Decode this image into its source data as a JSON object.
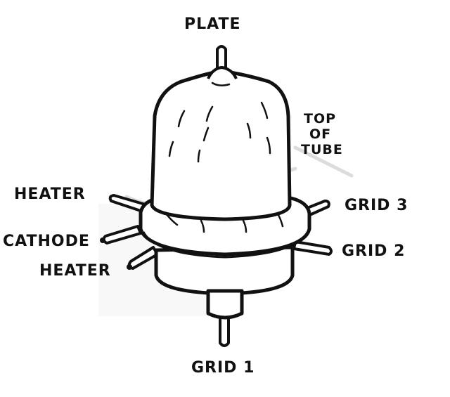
{
  "labels": {
    "plate": "PLATE",
    "top_of_tube_line1": "TOP",
    "top_of_tube_line2": "OF",
    "top_of_tube_line3": "TUBE",
    "heater_upper": "HEATER",
    "cathode": "CATHODE",
    "heater_lower": "HEATER",
    "grid3": "GRID  3",
    "grid2": "GRID  2",
    "grid1": "GRID  1"
  },
  "colors": {
    "ink": "#111111",
    "paper": "#ffffff",
    "watermark": "#dcdcdc"
  }
}
